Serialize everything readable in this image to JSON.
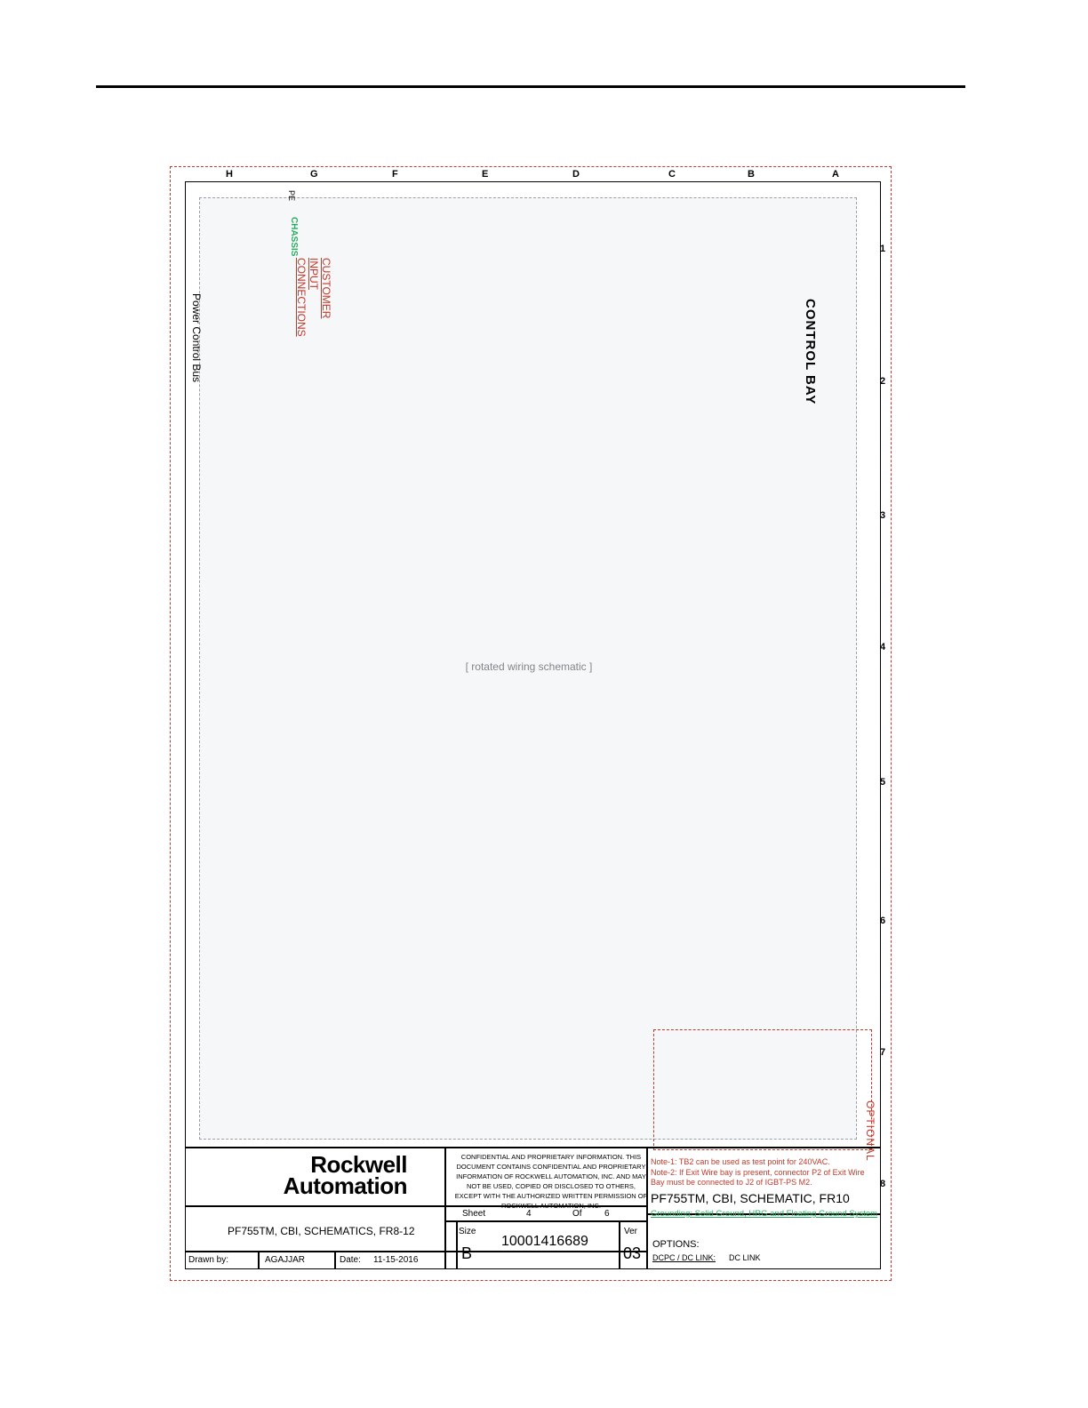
{
  "zones": {
    "letters": [
      "A",
      "B",
      "C",
      "D",
      "E",
      "F",
      "G",
      "H"
    ],
    "numbers": [
      "1",
      "2",
      "3",
      "4",
      "5",
      "6",
      "7",
      "8"
    ]
  },
  "labels": {
    "control_bay": "CONTROL BAY",
    "power_control_bus": "Power Control Bus",
    "customer_input": "CUSTOMER INPUT CONNECTIONS",
    "chassis": "CHASSIS",
    "pe": "PE",
    "optional": "OPTIONAL"
  },
  "title_block": {
    "company_line1": "Rockwell",
    "company_line2": "Automation",
    "confidential": "CONFIDENTIAL AND PROPRIETARY INFORMATION. THIS DOCUMENT CONTAINS CONFIDENTIAL AND PROPRIETARY INFORMATION OF ROCKWELL AUTOMATION, INC. AND MAY NOT BE USED, COPIED OR DISCLOSED TO OTHERS, EXCEPT WITH THE AUTHORIZED WRITTEN PERMISSION OF ROCKWELL AUTOMATION, INC.",
    "note1": "Note-1:  TB2 can be used as test point for 240VAC.",
    "note2": "Note-2:  If Exit Wire bay is present, connector P2 of Exit Wire Bay must be connected to J2 of IGBT-PS M2.",
    "schematic_title": "PF755TM, CBI, SCHEMATIC, FR10",
    "grounding": "Grounding: Solid Ground, HRG and Floating Ground System",
    "project_title": "PF755TM, CBI, SCHEMATICS, FR8-12",
    "sheet_label": "Sheet",
    "sheet_number": "4",
    "of_label": "Of",
    "sheet_total": "6",
    "size_label": "Size",
    "size_value": "B",
    "drawing_number": "10001416689",
    "ver_label": "Ver",
    "ver_value": "03",
    "drawn_by_label": "Drawn by:",
    "drawn_by_value": "AGAJJAR",
    "date_label": "Date:",
    "date_value": "11-15-2016",
    "options_label": "OPTIONS:",
    "dcpc_label": "DCPC / DC LINK:",
    "dcpc_value": "DC LINK"
  }
}
